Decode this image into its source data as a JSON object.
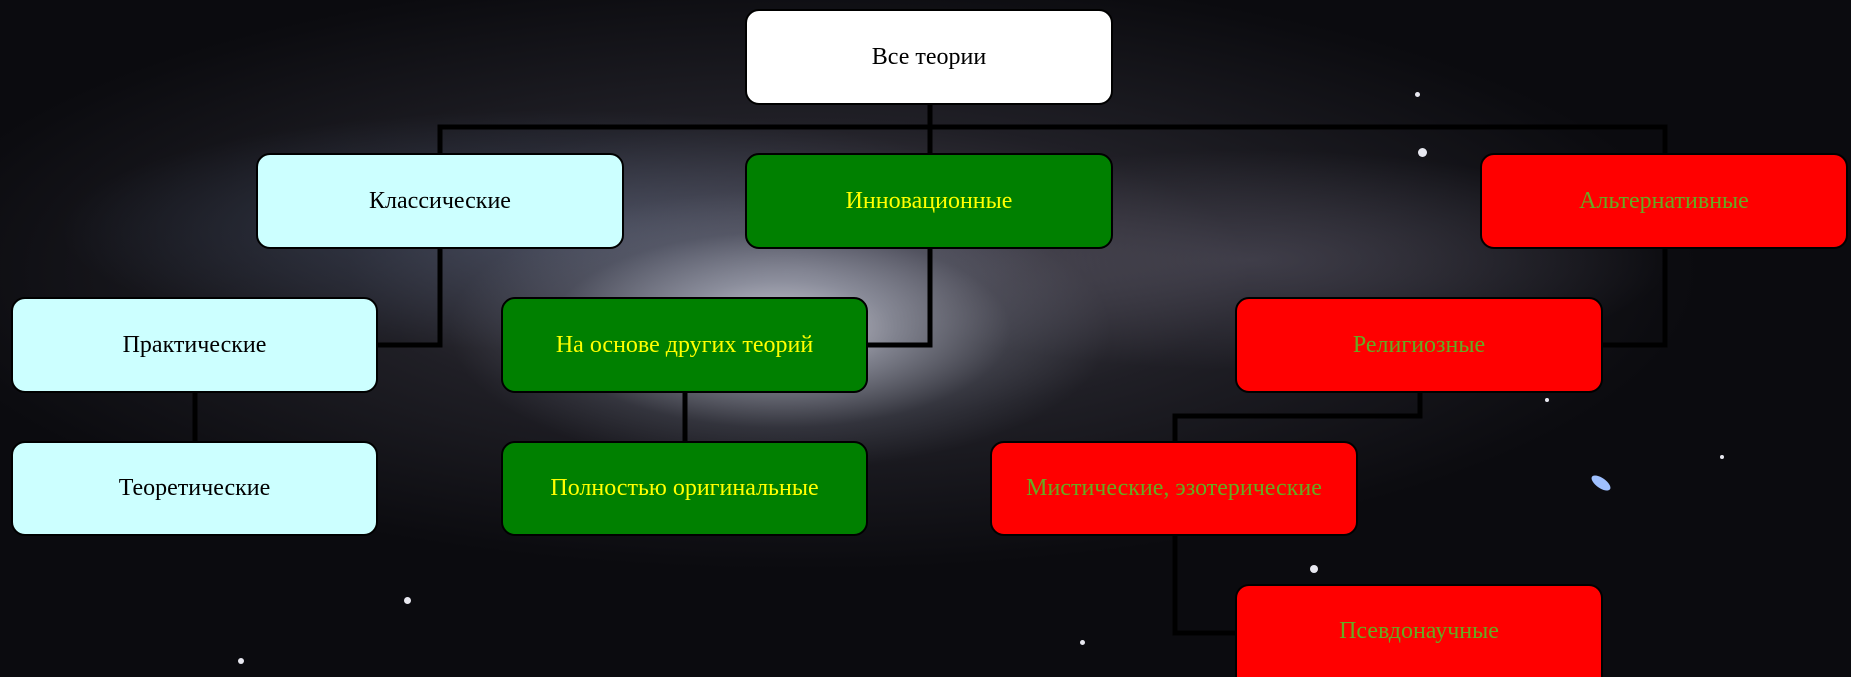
{
  "diagram": {
    "root": {
      "label": "Все теории"
    },
    "branches": {
      "classic": {
        "label": "Классические",
        "children": [
          "Практические",
          "Теоретические"
        ]
      },
      "innovative": {
        "label": "Инновационные",
        "children": [
          "На основе других теорий",
          "Полностью оригинальные"
        ]
      },
      "alternative": {
        "label": "Альтернативные",
        "children": [
          "Религиозные",
          "Мистические, эзотерические",
          "Псевдонаучные"
        ]
      }
    }
  },
  "colors": {
    "root_fill": "#ffffff",
    "classic_fill": "#ccffff",
    "innovative_fill": "#008000",
    "innovative_text": "#ffff00",
    "alternative_fill": "#ff0000",
    "alternative_text": "#66aa22",
    "connector": "#000000"
  }
}
